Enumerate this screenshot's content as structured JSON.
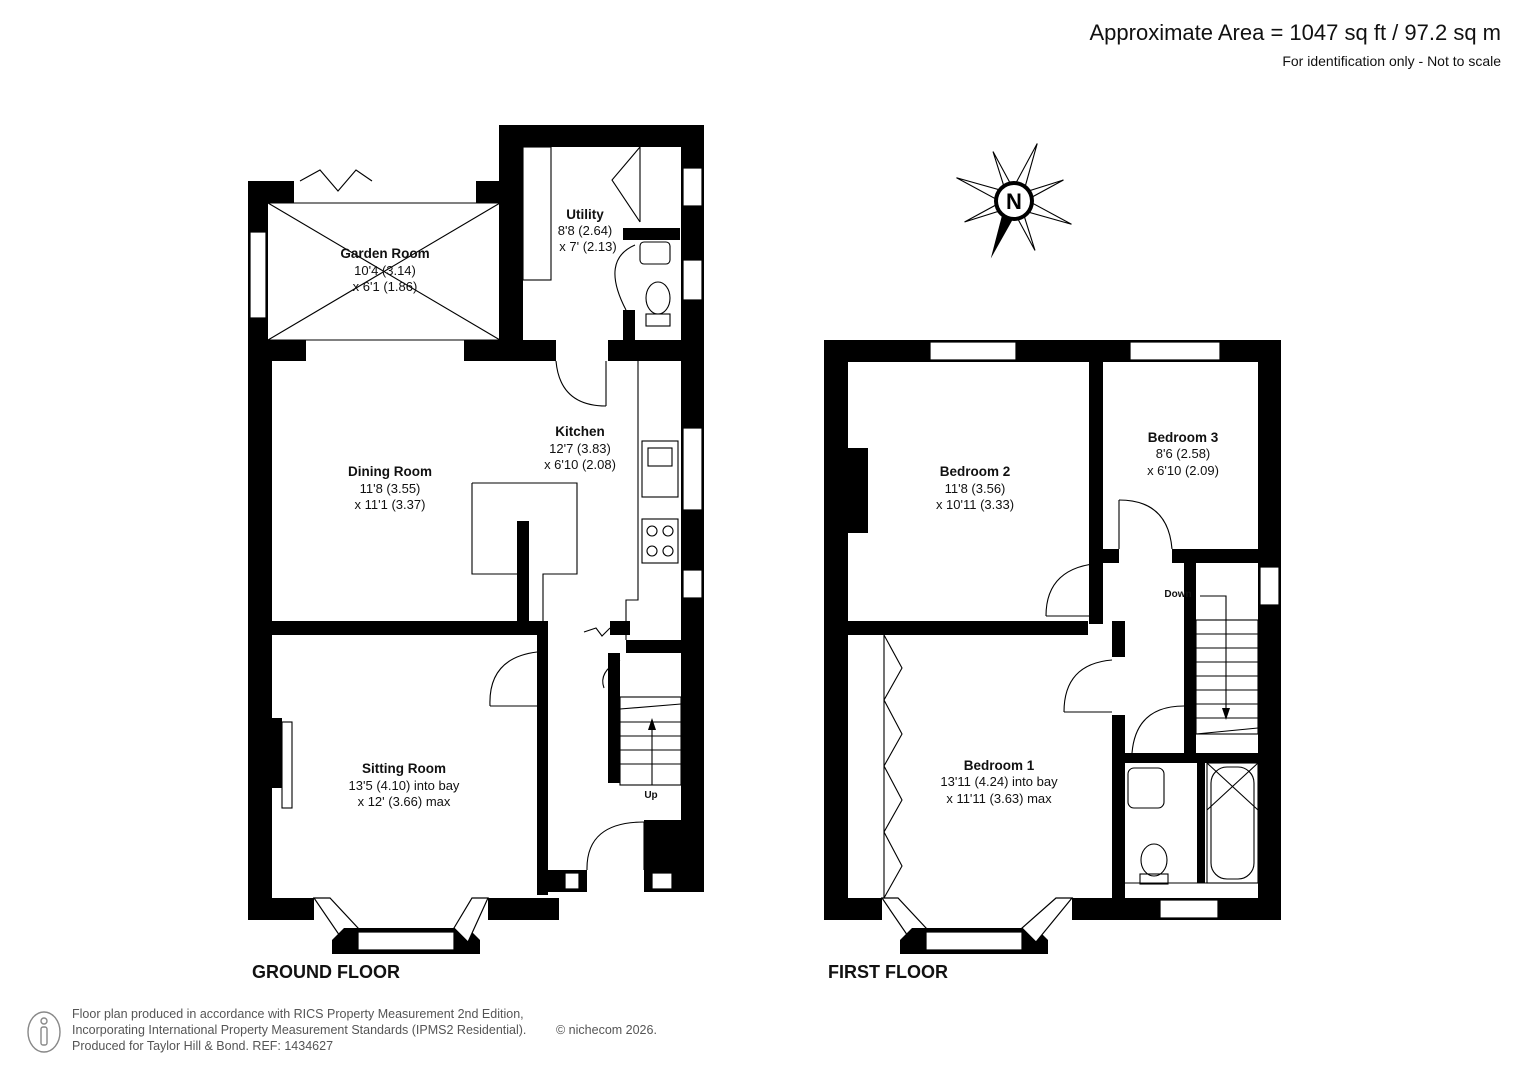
{
  "header": {
    "area": "Approximate Area = 1047 sq ft / 97.2 sq m",
    "note": "For identification only - Not to scale"
  },
  "compass": {
    "letter": "N"
  },
  "ground_floor": {
    "label": "GROUND FLOOR",
    "stairs_label": "Up",
    "rooms": {
      "garden_room": {
        "name": "Garden Room",
        "dim1": "10'4 (3.14)",
        "dim2": "x 6'1 (1.86)"
      },
      "utility": {
        "name": "Utility",
        "dim1": "8'8 (2.64)",
        "dim2": "x 7' (2.13)"
      },
      "kitchen": {
        "name": "Kitchen",
        "dim1": "12'7 (3.83)",
        "dim2": "x 6'10 (2.08)"
      },
      "dining_room": {
        "name": "Dining Room",
        "dim1": "11'8 (3.55)",
        "dim2": "x 11'1 (3.37)"
      },
      "sitting_room": {
        "name": "Sitting Room",
        "dim1": "13'5 (4.10) into bay",
        "dim2": "x 12' (3.66) max"
      }
    }
  },
  "first_floor": {
    "label": "FIRST FLOOR",
    "stairs_label": "Down",
    "rooms": {
      "bedroom_1": {
        "name": "Bedroom 1",
        "dim1": "13'11 (4.24) into bay",
        "dim2": "x 11'11 (3.63) max"
      },
      "bedroom_2": {
        "name": "Bedroom 2",
        "dim1": "11'8 (3.56)",
        "dim2": "x 10'11 (3.33)"
      },
      "bedroom_3": {
        "name": "Bedroom 3",
        "dim1": "8'6 (2.58)",
        "dim2": "x 6'10 (2.09)"
      }
    }
  },
  "footer": {
    "line1": "Floor plan produced in accordance with RICS Property Measurement 2nd Edition,",
    "line2": "Incorporating International Property Measurement Standards (IPMS2 Residential).",
    "line3": "Produced for Taylor Hill & Bond.   REF: 1434627",
    "copyright": "© nichecom 2026."
  },
  "colors": {
    "walls": "#000000",
    "background": "#ffffff",
    "text": "#111111"
  }
}
